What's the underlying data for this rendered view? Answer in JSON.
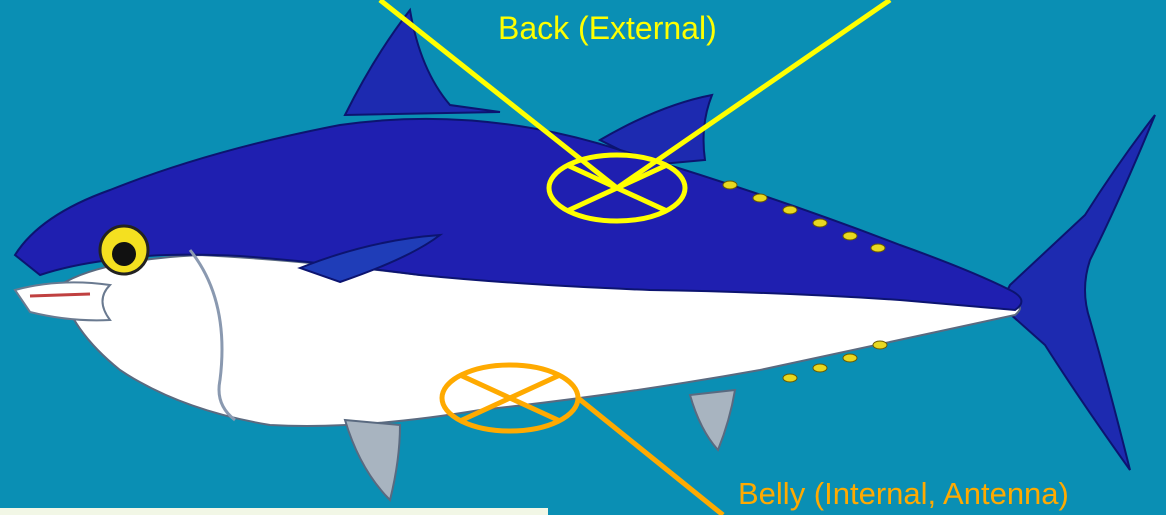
{
  "labels": {
    "back": "Back (External)",
    "belly": "Belly (Internal, Antenna)"
  },
  "colors": {
    "background": "#0a8fb4",
    "back_marker": "#ffff00",
    "belly_marker": "#ffaa00",
    "fish_back": "#1c1ca8",
    "fish_belly": "#ffffff",
    "fish_finlets": "#e8d820"
  },
  "markers": [
    {
      "name": "back",
      "symbol": "circled-x"
    },
    {
      "name": "belly",
      "symbol": "circled-x"
    }
  ]
}
